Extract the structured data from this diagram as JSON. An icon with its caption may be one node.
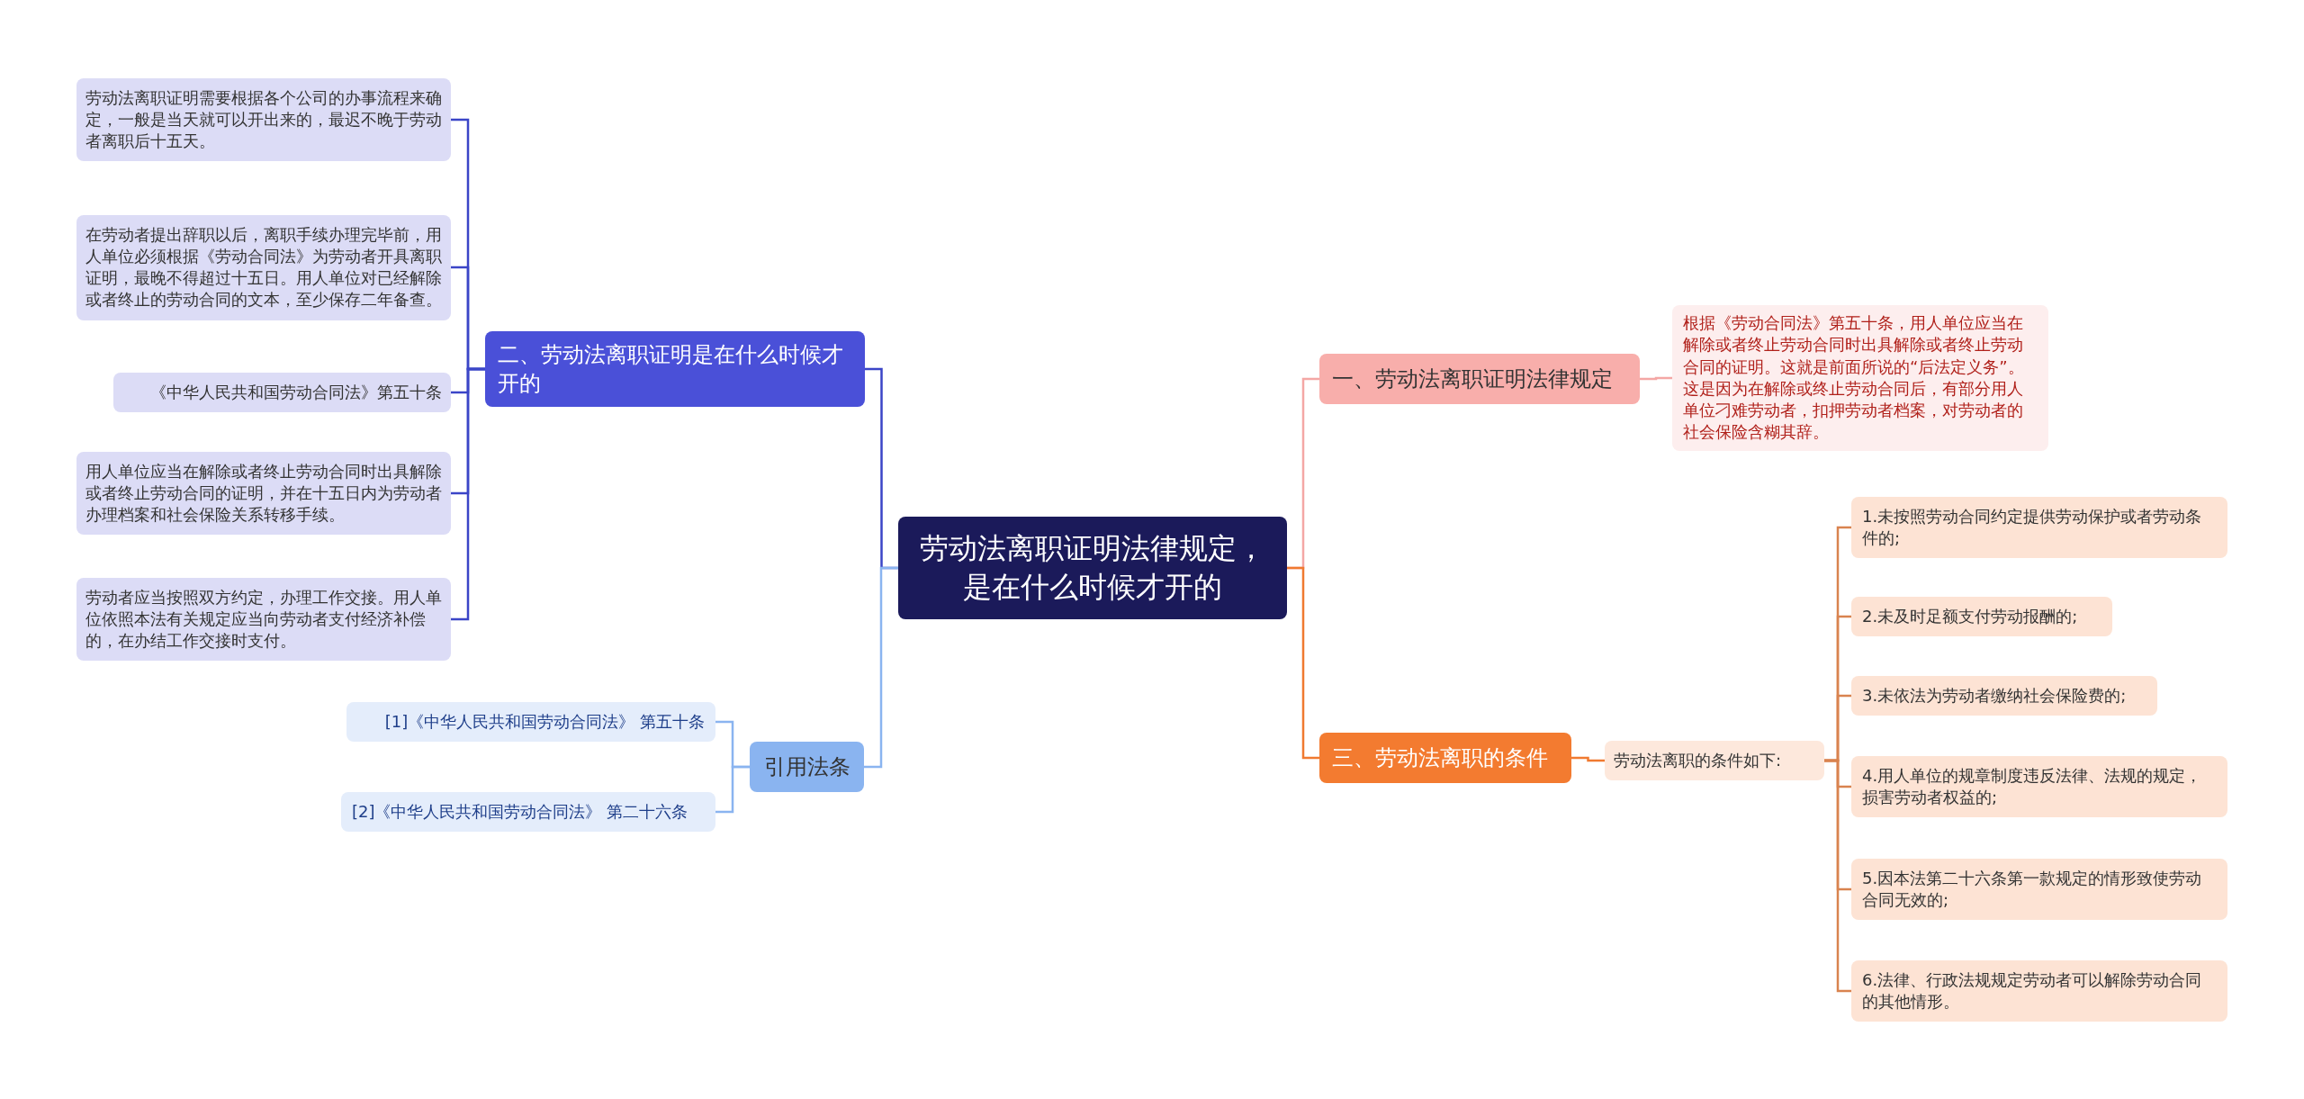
{
  "diagram": {
    "nodes": [
      {
        "text": [
          "劳动法离职证明法律规定，是在什么时候才开的"
        ]
      },
      {
        "text": [
          "一、劳动法离职证明法律规定"
        ]
      },
      {
        "text": [
          "根据《劳动合同法》第五十条，用人单位应当在解除或者终止劳动合同时出具解除或者终止劳动合同的证明。这就是前面所说的“后法定义务”。这是因为在解除或终止劳动合同后，有部分用人单位刁难劳动者，扣押劳动者档案，对劳动者的社会保险含糊其辞。"
        ]
      },
      {
        "text": [
          "三、劳动法离职的条件"
        ]
      },
      {
        "text": [
          "劳动法离职的条件如下:"
        ]
      },
      {
        "text": [
          "1.未按照劳动合同约定提供劳动保护或者劳动条件的;"
        ]
      },
      {
        "text": [
          "2.未及时足额支付劳动报酬的;"
        ]
      },
      {
        "text": [
          "3.未依法为劳动者缴纳社会保险费的;"
        ]
      },
      {
        "text": [
          "4.用人单位的规章制度违反法律、法规的规定，损害劳动者权益的;"
        ]
      },
      {
        "text": [
          "5.因本法第二十六条第一款规定的情形致使劳动合同无效的;"
        ]
      },
      {
        "text": [
          "6.法律、行政法规规定劳动者可以解除劳动合同的其他情形。"
        ]
      },
      {
        "text": [
          "二、劳动法离职证明是在什么时候才开的"
        ]
      },
      {
        "text": [
          "劳动法离职证明需要根据各个公司的办事流程来确定，一般是当天就可以开出来的，最迟不晚于劳动者离职后十五天。"
        ]
      },
      {
        "text": [
          "在劳动者提出辞职以后，离职手续办理完毕前，用人单位必须根据《劳动合同法》为劳动者开具离职证明，最晚不得超过十五日。用人单位对已经解除或者终止的劳动合同的文本，至少保存二年备查。"
        ]
      },
      {
        "text": [
          "《中华人民共和国劳动合同法》第五十条"
        ]
      },
      {
        "text": [
          "用人单位应当在解除或者终止劳动合同时出具解除或者终止劳动合同的证明，并在十五日内为劳动者办理档案和社会保险关系转移手续。"
        ]
      },
      {
        "text": [
          "劳动者应当按照双方约定，办理工作交接。用人单位依照本法有关规定应当向劳动者支付经济补偿的，在办结工作交接时支付。"
        ]
      },
      {
        "text": [
          "引用法条"
        ]
      },
      {
        "text": [
          "[1]《中华人民共和国劳动合同法》 第五十条"
        ]
      },
      {
        "text": [
          "[2]《中华人民共和国劳动合同法》 第二十六条"
        ]
      }
    ],
    "edges": [
      {
        "from": 0,
        "to": 1,
        "arrow": "none",
        "color": "#f4a7a5"
      },
      {
        "from": 1,
        "to": 2,
        "arrow": "none",
        "color": "#f4a7a5"
      },
      {
        "from": 0,
        "to": 3,
        "arrow": "none",
        "color": "#f07a30"
      },
      {
        "from": 3,
        "to": 4,
        "arrow": "none",
        "color": "#f07a30"
      },
      {
        "from": 4,
        "to": 5,
        "arrow": "none",
        "color": "#d9834f"
      },
      {
        "from": 4,
        "to": 6,
        "arrow": "none",
        "color": "#d9834f"
      },
      {
        "from": 4,
        "to": 7,
        "arrow": "none",
        "color": "#d9834f"
      },
      {
        "from": 4,
        "to": 8,
        "arrow": "none",
        "color": "#d9834f"
      },
      {
        "from": 4,
        "to": 9,
        "arrow": "none",
        "color": "#d9834f"
      },
      {
        "from": 4,
        "to": 10,
        "arrow": "none",
        "color": "#d9834f"
      },
      {
        "from": 0,
        "to": 11,
        "arrow": "none",
        "color": "#3b45c7"
      },
      {
        "from": 11,
        "to": 12,
        "arrow": "none",
        "color": "#3b45c7"
      },
      {
        "from": 11,
        "to": 13,
        "arrow": "none",
        "color": "#3b45c7"
      },
      {
        "from": 11,
        "to": 14,
        "arrow": "none",
        "color": "#3b45c7"
      },
      {
        "from": 11,
        "to": 15,
        "arrow": "none",
        "color": "#3b45c7"
      },
      {
        "from": 11,
        "to": 16,
        "arrow": "none",
        "color": "#3b45c7"
      },
      {
        "from": 0,
        "to": 17,
        "arrow": "none",
        "color": "#8ab4f0"
      },
      {
        "from": 17,
        "to": 18,
        "arrow": "none",
        "color": "#8ab4f0"
      },
      {
        "from": 17,
        "to": 19,
        "arrow": "none",
        "color": "#8ab4f0"
      }
    ]
  }
}
